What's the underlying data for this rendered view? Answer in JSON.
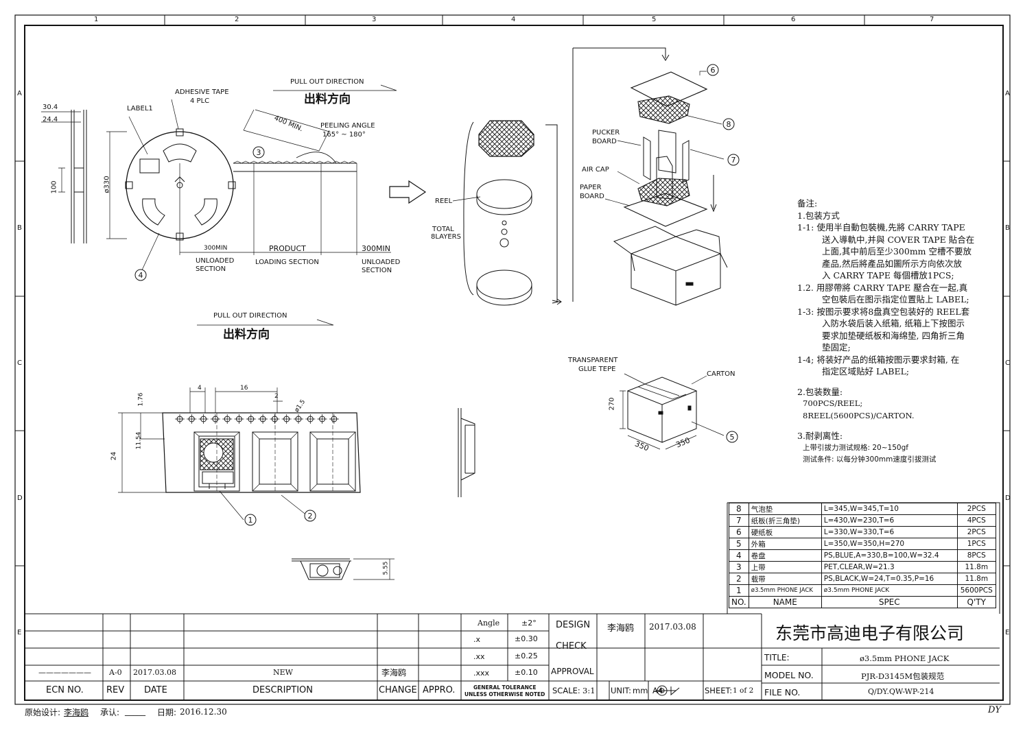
{
  "grid": {
    "cols": [
      "1",
      "2",
      "3",
      "4",
      "5",
      "6",
      "7"
    ],
    "rows": [
      "A",
      "B",
      "C",
      "D",
      "E"
    ]
  },
  "reel_view": {
    "adhesive_tape": "ADHESIVE TAPE",
    "plc": "4 PLC",
    "label1": "LABEL1",
    "min400": "400 MIN.",
    "peeling_angle": "PEELING ANGLE",
    "peeling_range": "165° ~ 180°",
    "pull_out": "PULL OUT DIRECTION",
    "pull_out_cn": "出料方向",
    "unloaded": "UNLOADED",
    "section": "SECTION",
    "min300": "300MIN",
    "product": "PRODUCT",
    "loading_section": "LOADING SECTION",
    "diameter": "ø330",
    "dim_304": "30.4",
    "dim_244": "24.4",
    "dim_100": "100"
  },
  "tape_view": {
    "pull_out": "PULL OUT DIRECTION",
    "pull_out_cn": "出料方向",
    "d176": "1.76",
    "d4": "4",
    "d16": "16",
    "d2": "2",
    "d15": "ø1.5",
    "d1154": "11.54",
    "d24": "24",
    "d555": "5.55"
  },
  "balloons": [
    "1",
    "2",
    "3",
    "4",
    "5",
    "6",
    "7",
    "8"
  ],
  "packaging": {
    "reel": "REEL",
    "total": "TOTAL",
    "layers": "8LAYERS",
    "pucker": "PUCKER",
    "board": "BOARD",
    "air_cap": "AIR CAP",
    "paper": "PAPER",
    "transparent": "TRANSPARENT",
    "glue_tepe": "GLUE TEPE",
    "carton": "CARTON",
    "d270": "270",
    "d350a": "350",
    "d350b": "350"
  },
  "notes": {
    "title": "备注:",
    "s1": "1.包装方式",
    "l1a": "1-1: 使用半自動包裝機,先將 CARRY TAPE",
    "l1b": "送入導軌中,并與 COVER TAPE 貼合在",
    "l1c": "上面,其中前后至少300mm 空槽不要放",
    "l1d": "產品,然后將產品如圖所示方向依次放",
    "l1e": "入 CARRY TAPE 每個槽放1PCS;",
    "l2a": "1.2. 用膠帶將 CARRY TAPE 壓合在一起,真",
    "l2b": "空包裝后在图示指定位置貼上 LABEL;",
    "l3a": "1-3: 按图示要求将8盘真空包装好的 REEL套",
    "l3b": "入防水袋后装入纸箱, 纸箱上下按图示",
    "l3c": "要求加垫硬纸板和海绵垫, 四角折三角",
    "l3d": "垫固定;",
    "l4a": "1-4; 将装好产品的纸箱按图示要求封箱, 在",
    "l4b": "指定区域贴好 LABEL;",
    "s2": "2.包装数量:",
    "q1": "700PCS/REEL;",
    "q2": "8REEL(5600PCS)/CARTON.",
    "s3": "3.耐剥离性:",
    "p1": "上带引拔力测试规格: 20~150gf",
    "p2": "测试条件: 以每分钟300mm速度引拔测试"
  },
  "bom": {
    "rows": [
      {
        "no": "8",
        "name": "气泡垫",
        "spec": "L=345,W=345,T=10",
        "qty": "2PCS"
      },
      {
        "no": "7",
        "name": "纸板(折三角垫)",
        "spec": "L=430,W=230,T=6",
        "qty": "4PCS"
      },
      {
        "no": "6",
        "name": "硬纸板",
        "spec": "L=330,W=330,T=6",
        "qty": "2PCS"
      },
      {
        "no": "5",
        "name": "外箱",
        "spec": "L=350,W=350,H=270",
        "qty": "1PCS"
      },
      {
        "no": "4",
        "name": "卷盘",
        "spec": "PS,BLUE,A=330,B=100,W=32.4",
        "qty": "8PCS"
      },
      {
        "no": "3",
        "name": "上带",
        "spec": "PET,CLEAR,W=21.3",
        "qty": "11.8m"
      },
      {
        "no": "2",
        "name": "载带",
        "spec": "PS,BLACK,W=24,T=0.35,P=16",
        "qty": "11.8m"
      },
      {
        "no": "1",
        "name": "ø3.5mm PHONE JACK",
        "spec": "ø3.5mm PHONE JACK",
        "qty": "5600PCS"
      }
    ],
    "header": {
      "no": "NO.",
      "name": "NAME",
      "spec": "SPEC",
      "qty": "Q'TY"
    }
  },
  "title_block": {
    "angle": "Angle",
    "angle_tol": "±2°",
    "x": ".x",
    "x_tol": "±0.30",
    "xx": ".xx",
    "xx_tol": "±0.25",
    "xxx": ".xxx",
    "xxx_tol": "±0.10",
    "gen1": "GENERAL TOLERANCE",
    "gen2": "UNLESS OTHERWISE NOTED",
    "design": "DESIGN",
    "designer": "李海鸥",
    "design_date": "2017.03.08",
    "check": "CHECK",
    "approval": "APPROVAL",
    "scale_label": "SCALE:",
    "scale": "3:1",
    "unit_label": "UNIT:",
    "unit": "mm",
    "a4": "A4",
    "sheet_label": "SHEET:",
    "sheet": "1 of 2",
    "company": "东莞市高迪电子有限公司",
    "title_label": "TITLE:",
    "title": "ø3.5mm PHONE JACK",
    "model_label": "MODEL NO.",
    "model": "PJR-D3145M包装规范",
    "file_label": "FILE NO.",
    "file": "Q/DY.QW-WP-214",
    "rev_row": {
      "ecn": "———————",
      "rev": "A-0",
      "date": "2017.03.08",
      "desc": "NEW",
      "change": "李海鸥"
    },
    "headers": {
      "ecn": "ECN NO.",
      "rev": "REV",
      "date": "DATE",
      "desc": "DESCRIPTION",
      "change": "CHANGE",
      "appro": "APPRO."
    }
  },
  "footer": {
    "orig_label": "原始设计:",
    "orig": "李海鸥",
    "accept_label": "承认:",
    "accept": "_____",
    "date_label": "日期:",
    "date": "2016.12.30",
    "corner": "DY"
  }
}
